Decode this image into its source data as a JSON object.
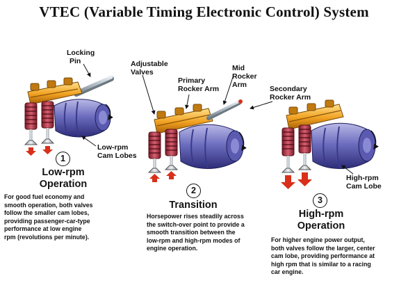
{
  "title": "VTEC (Variable Timing Electronic Control) System",
  "labels": {
    "locking_pin_1": "Locking",
    "locking_pin_2": "Pin",
    "adjustable_valves_1": "Adjustable",
    "adjustable_valves_2": "Valves",
    "primary_rocker_1": "Primary",
    "primary_rocker_2": "Rocker Arm",
    "mid_rocker_1": "Mid",
    "mid_rocker_2": "Rocker",
    "mid_rocker_3": "Arm",
    "secondary_rocker_1": "Secondary",
    "secondary_rocker_2": "Rocker Arm",
    "low_lobes_1": "Low-rpm",
    "low_lobes_2": "Cam Lobes",
    "high_lobe_1": "High-rpm",
    "high_lobe_2": "Cam Lobe"
  },
  "stages": [
    {
      "number": "1",
      "title_1": "Low-rpm",
      "title_2": "Operation",
      "desc": [
        "For good fuel economy and",
        "smooth operation, both valves",
        "follow the smaller cam lobes,",
        "providing passenger-car-type",
        "performance at low engine",
        "rpm (revolutions per minute)."
      ]
    },
    {
      "number": "2",
      "title_1": "Transition",
      "desc": [
        "Horsepower rises steadily across",
        "the switch-over point to provide a",
        "smooth transition between the",
        "low-rpm and high-rpm modes of",
        "engine operation."
      ]
    },
    {
      "number": "3",
      "title_1": "High-rpm",
      "title_2": "Operation",
      "desc": [
        "For higher engine power output,",
        "both valves follow the larger, center",
        "cam lobe, providing performance at",
        "high rpm that is similar to a racing",
        "car engine."
      ]
    }
  ]
}
